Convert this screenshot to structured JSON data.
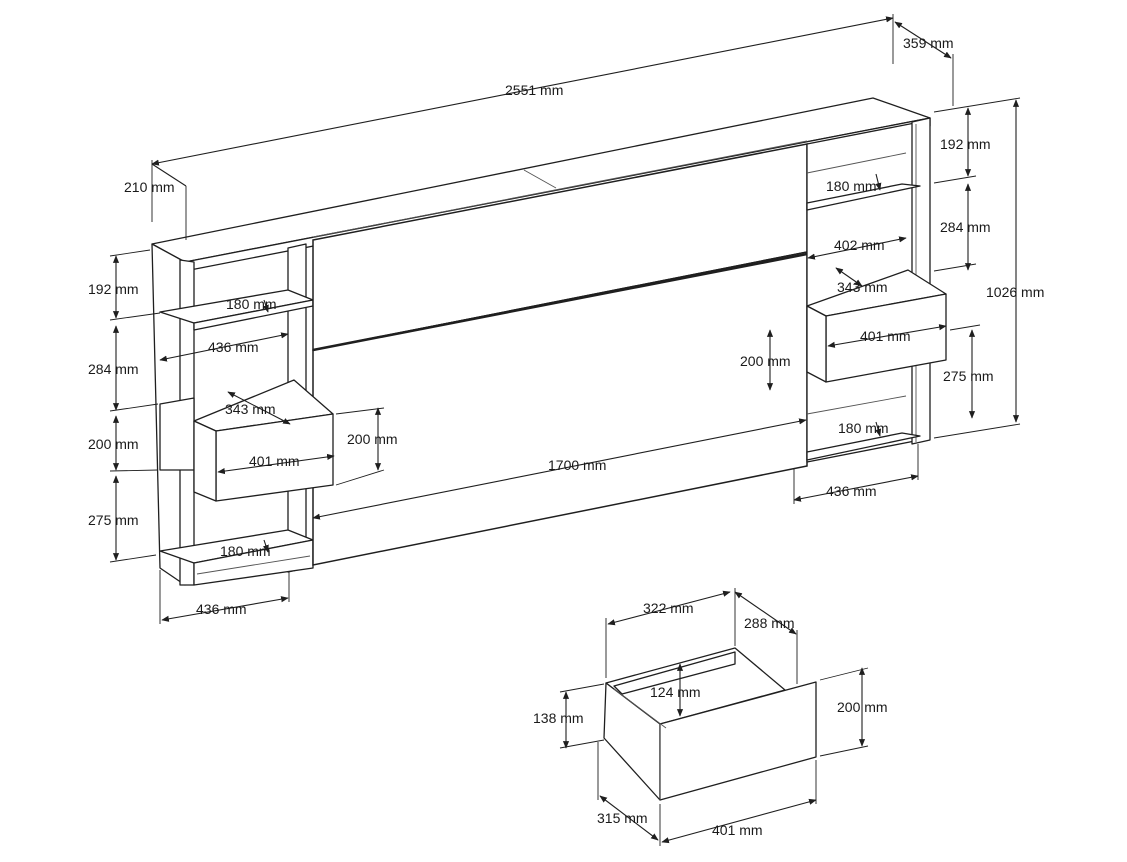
{
  "diagram": {
    "headboard": {
      "overall_width": "2551 mm",
      "overall_depth_top": "359 mm",
      "side_depth": "210 mm",
      "overall_height": "1026 mm",
      "panel_width": "1700 mm"
    },
    "left_unit": {
      "top_gap": "192 mm",
      "shelf_gap": "284 mm",
      "drawer_height": "200 mm",
      "bottom_gap": "275 mm",
      "shelf_depth_top": "180 mm",
      "shelf_width": "436 mm",
      "drawer_depth": "343 mm",
      "drawer_front_height": "200 mm",
      "drawer_width": "401 mm",
      "shelf_depth_bottom": "180 mm",
      "unit_width": "436 mm"
    },
    "right_unit": {
      "top_gap": "192 mm",
      "shelf_depth_top": "180 mm",
      "shelf_gap": "284 mm",
      "shelf_width": "402 mm",
      "drawer_depth": "343 mm",
      "drawer_height": "200 mm",
      "drawer_width": "401 mm",
      "bottom_gap": "275 mm",
      "shelf_depth_bottom": "180 mm",
      "unit_width": "436 mm"
    },
    "drawer_detail": {
      "inner_width": "322 mm",
      "inner_depth": "288 mm",
      "inner_height": "124 mm",
      "side_height": "138 mm",
      "front_height": "200 mm",
      "outer_depth": "315 mm",
      "outer_width": "401 mm"
    }
  }
}
